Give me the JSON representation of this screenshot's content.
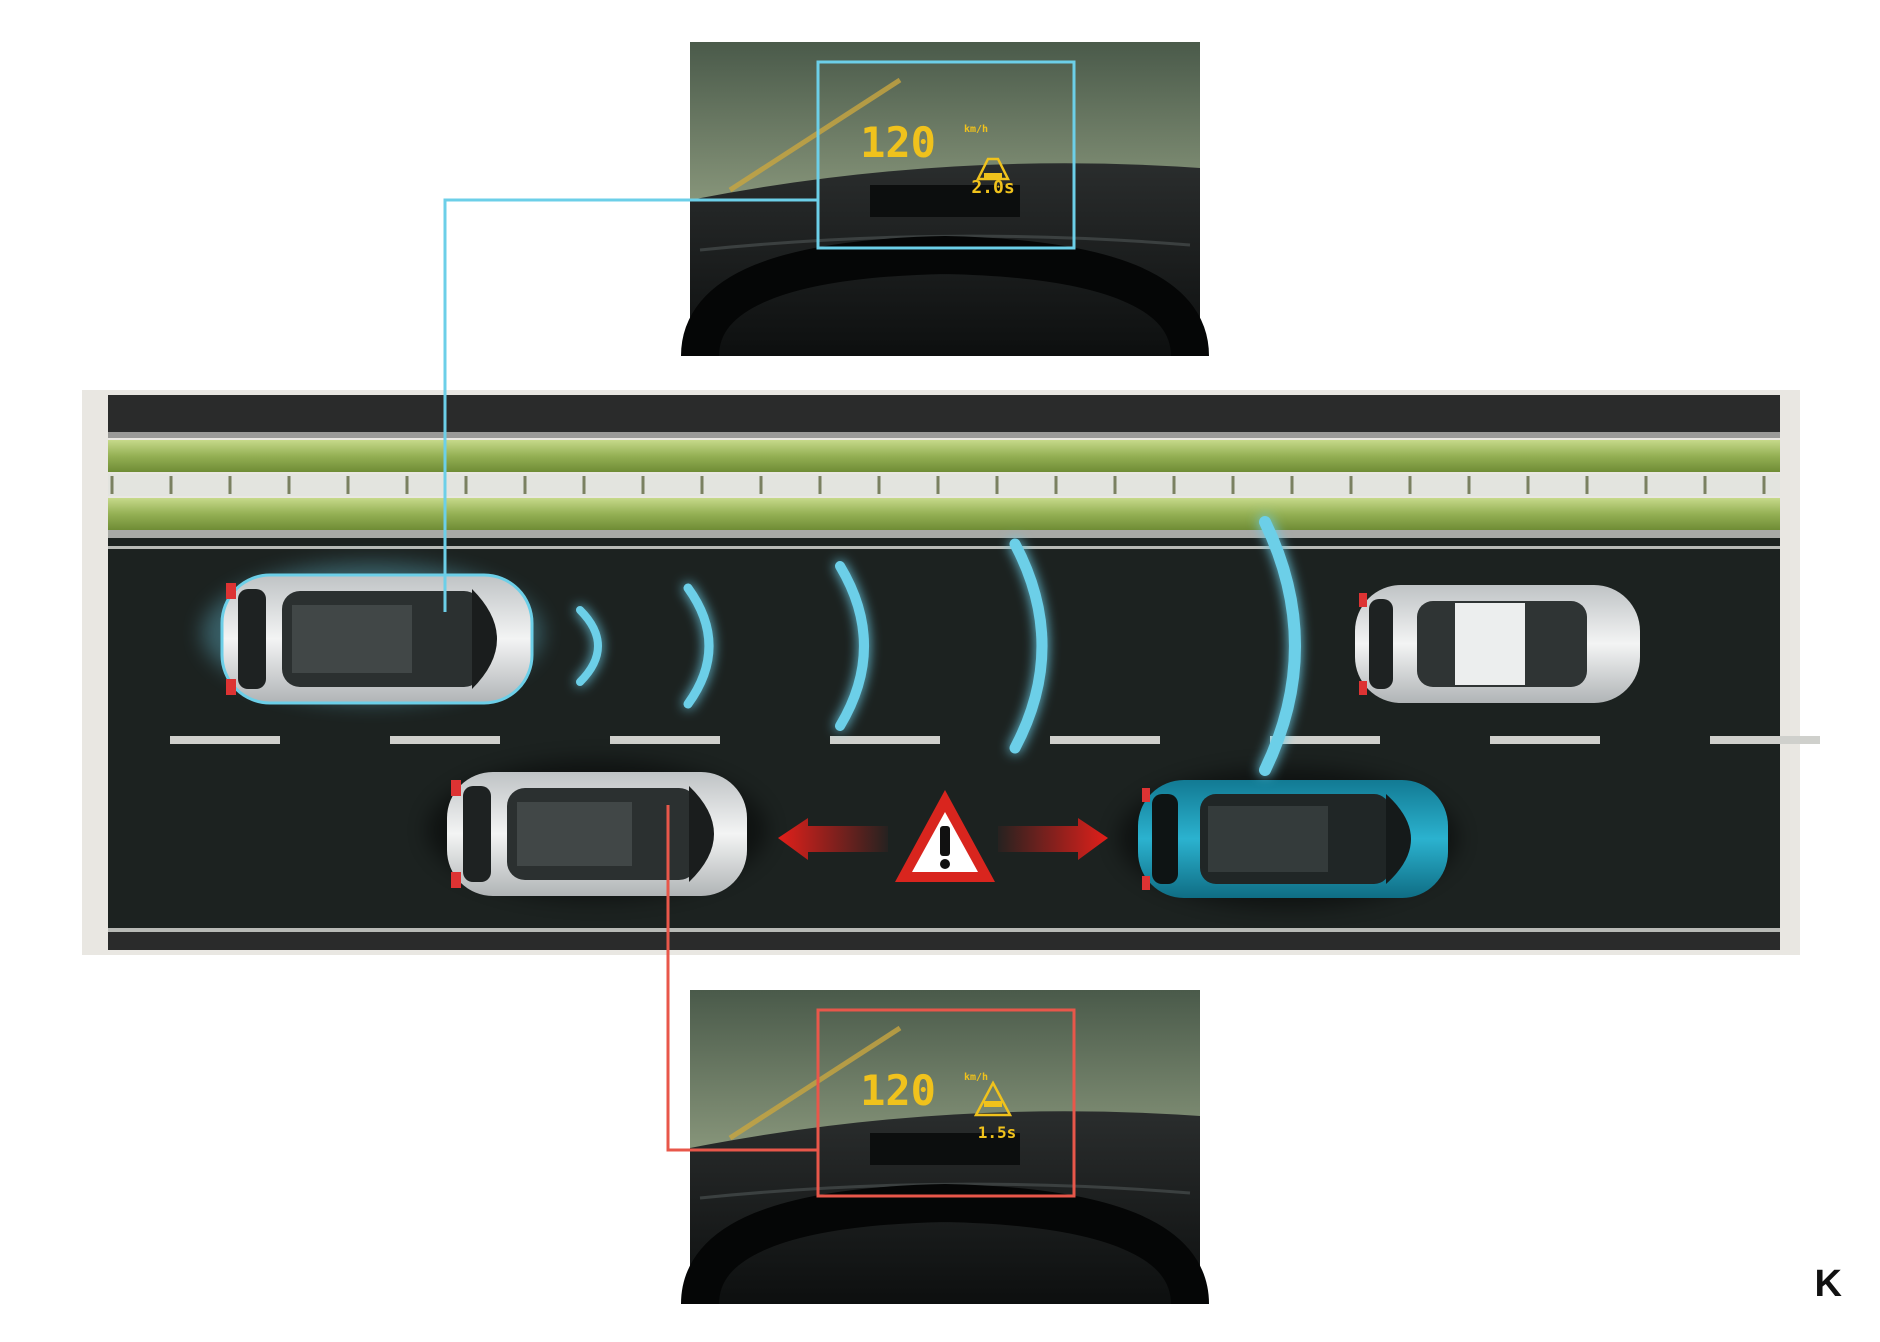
{
  "figure_letter": "K",
  "colors": {
    "blue_accent": "#6ccfe8",
    "red_accent": "#e8574a",
    "hud_amber": "#f0c21c",
    "road": "#1c2220",
    "warning_red": "#d9251e",
    "blue_car": "#1c9bb8"
  },
  "hud_top": {
    "speed": "120",
    "unit": "km/h",
    "gap": "2.0s",
    "state": "normal"
  },
  "hud_bottom": {
    "speed": "120",
    "unit": "km/h",
    "gap": "1.5s",
    "state": "alert"
  },
  "radar_waves": 5,
  "icons": [
    "warning-triangle-icon",
    "arrow-left-icon",
    "arrow-right-icon",
    "distance-car-icon"
  ]
}
